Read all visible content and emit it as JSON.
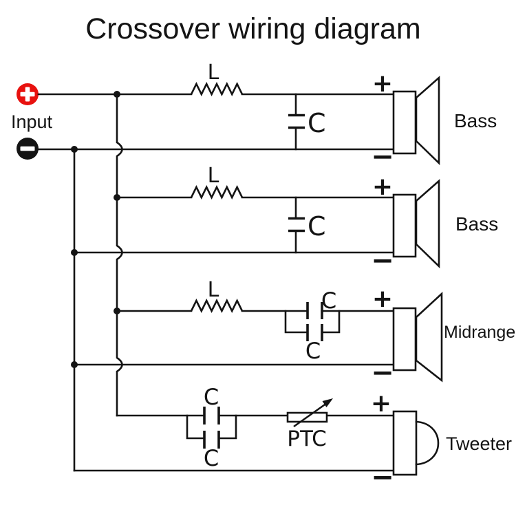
{
  "title": "Crossover wiring diagram",
  "input": {
    "label": "Input",
    "positive_symbol": "+",
    "negative_symbol": "−"
  },
  "colors": {
    "line": "#141414",
    "positive_terminal": "#e8120f",
    "negative_terminal": "#141414",
    "background": "#ffffff"
  },
  "branches": [
    {
      "speaker": "Bass",
      "inductor": "L",
      "capacitor": "C",
      "plus": "+",
      "minus": "−"
    },
    {
      "speaker": "Bass",
      "inductor": "L",
      "capacitor": "C",
      "plus": "+",
      "minus": "−"
    },
    {
      "speaker": "Midrange",
      "inductor": "L",
      "capacitor_top": "C",
      "capacitor_bottom": "C",
      "plus": "+",
      "minus": "−"
    },
    {
      "speaker": "Tweeter",
      "capacitor_top": "C",
      "capacitor_bottom": "C",
      "ptc": "PTC",
      "plus": "+",
      "minus": "−"
    }
  ]
}
